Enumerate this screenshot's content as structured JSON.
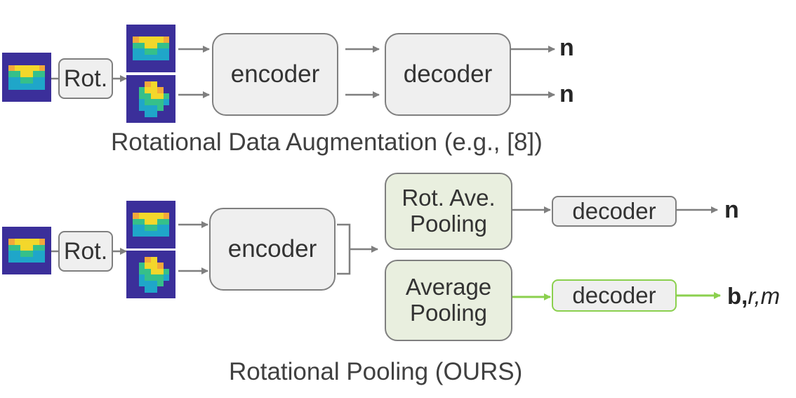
{
  "top": {
    "rot_label": "Rot.",
    "encoder_label": "encoder",
    "decoder_label": "decoder",
    "output_1": "n",
    "output_2": "n",
    "caption": "Rotational Data Augmentation (e.g., [8])"
  },
  "bottom": {
    "rot_label": "Rot.",
    "encoder_label": "encoder",
    "rot_ave_pooling_label": "Rot. Ave. Pooling",
    "average_pooling_label": "Average Pooling",
    "decoder_1_label": "decoder",
    "decoder_2_label": "decoder",
    "output_1": "n",
    "output_2_bold": "b,",
    "output_2_italic": "r,m",
    "caption": "Rotational Pooling (OURS)"
  },
  "colors": {
    "arrow_gray": "#7f7f7f",
    "arrow_green": "#8bd04e",
    "box_fill": "#efefef",
    "pool_fill": "#e9efdf",
    "tile_background": "#3b2f9a"
  },
  "tile_patterns": {
    "upright": [
      "BBBBBBBB",
      "BBBBBBBB",
      "BOYYYYOB",
      "BGGYYGGB",
      "BTTGGTTB",
      "BTTTTTTB",
      "BBBBBBBB",
      "BBBBBBBB"
    ],
    "rotated": [
      "BBBBBBBB",
      "BBBOYBBB",
      "BBGYYOBB",
      "BBGGYYGB",
      "BBTGGGTB",
      "BBTTTGBB",
      "BBBTTBBB",
      "BBBBBBBB"
    ]
  }
}
